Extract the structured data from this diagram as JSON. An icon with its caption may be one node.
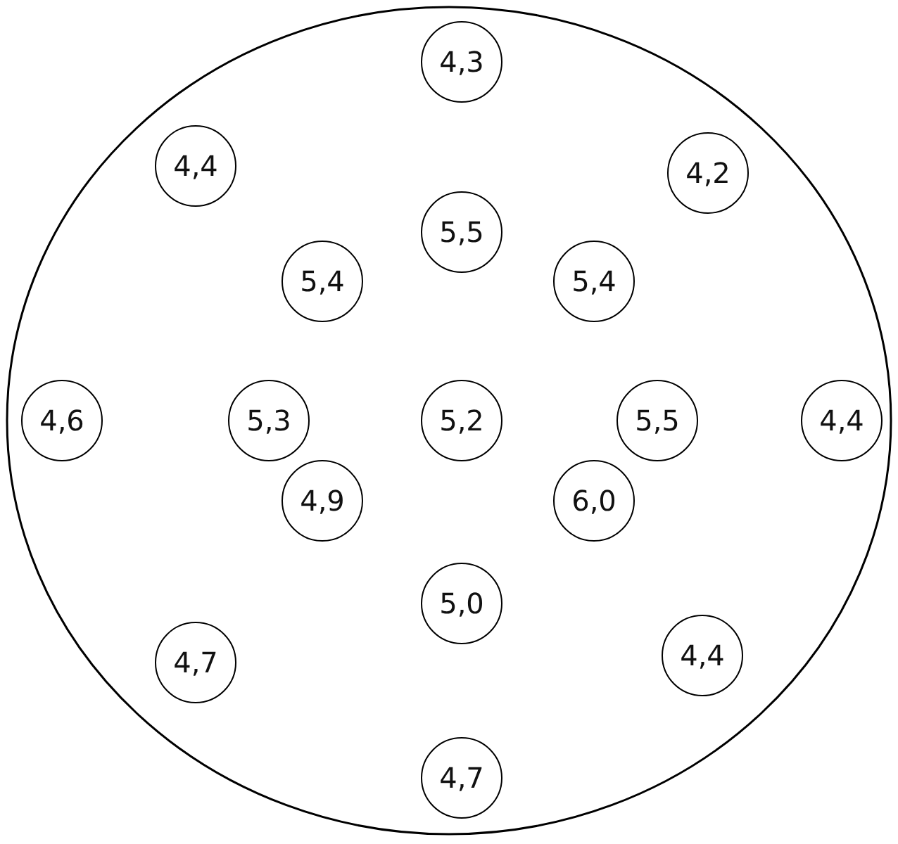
{
  "diagram": {
    "nodes": [
      {
        "text": [],
        "shape": "circle"
      },
      {
        "text": [
          "4,3"
        ],
        "in": 0
      },
      {
        "text": [
          "4,4"
        ],
        "in": 0
      },
      {
        "text": [
          "4,2"
        ],
        "in": 0
      },
      {
        "text": [
          "5,5"
        ],
        "in": 0
      },
      {
        "text": [
          "5,4"
        ],
        "in": 0
      },
      {
        "text": [
          "5,4"
        ],
        "in": 0
      },
      {
        "text": [
          "4,6"
        ],
        "in": 0
      },
      {
        "text": [
          "5,3"
        ],
        "in": 0
      },
      {
        "text": [
          "5,2"
        ],
        "in": 0
      },
      {
        "text": [
          "5,5"
        ],
        "in": 0
      },
      {
        "text": [
          "4,4"
        ],
        "in": 0
      },
      {
        "text": [
          "4,9"
        ],
        "in": 0
      },
      {
        "text": [
          "6,0"
        ],
        "in": 0
      },
      {
        "text": [
          "5,0"
        ],
        "in": 0
      },
      {
        "text": [
          "4,7"
        ],
        "in": 0
      },
      {
        "text": [
          "4,4"
        ],
        "in": 0
      },
      {
        "text": [
          "4,7"
        ],
        "in": 0
      }
    ],
    "edges": []
  }
}
